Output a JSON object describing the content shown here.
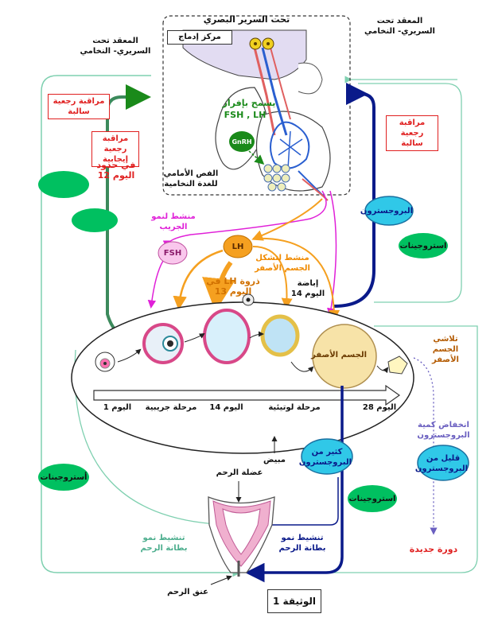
{
  "hypothalamus": {
    "title": "تحت السرير البصري",
    "integration_center": "مركز إدماج",
    "complex_left": "المعقد تحت السريري- النخامي",
    "complex_right": "المعقد تحت السريري- النخامي",
    "gnrh": "GnRH",
    "allows_release": "يسمح بإفراز",
    "fsh_lh": "FSH , LH",
    "anterior_lobe": "الفص الأمامي للغدة النخامية"
  },
  "feedback": {
    "negative_left": "مراقبة رجعية سالبة",
    "positive": "مراقبة رجعية إيجابية",
    "day12": "في حدود اليوم 12",
    "negative_right": "مراقبة رجعية سالبة"
  },
  "hormones": {
    "fsh": "FSH",
    "lh": "LH",
    "fsh_stimulates": "منشط لنمو الجريب",
    "lh_stimulates": "منشط لتشكل الجسم الأصفر",
    "lh_peak": "ذروة LH في اليوم 13",
    "ovulation": "إباضة اليوم 14",
    "progesterone": "البروجسترون",
    "estrogens_right": "استروجينات",
    "estrogens_left": "أستروجينات",
    "estrogens_bottom": "استروجينات",
    "much_progesterone": "كثير من البروجسترون",
    "little_progesterone": "قليل من البروجسترون"
  },
  "ovary": {
    "corpus_luteum": "الجسم الأصفر",
    "corpus_degeneration": "تلاشي الجسم الأصفر",
    "day1": "اليوم 1",
    "follicular_phase": "مرحلة جريبية",
    "day14": "اليوم 14",
    "luteal_phase": "مرحلة لوتيئية",
    "day28": "اليوم 28",
    "ovary_label": "مبيض"
  },
  "uterus": {
    "muscle": "عضلة الرحم",
    "cervix": "عنق الرحم",
    "estro_lining": "تنشيط نمو بطانة الرحم",
    "prog_lining": "تنشيط نمو بطانة الرحم",
    "prog_decrease": "انخفاض كمية البروجسترون",
    "new_cycle": "دورة جديدة"
  },
  "document_label": "الوثيقة 1",
  "colors": {
    "green": "#1a8a1a",
    "navy": "#0a1a8a",
    "orange": "#f5a020",
    "magenta": "#e020d8",
    "red": "#e02020",
    "cyan": "#30c8e8",
    "green_ellipse": "#00c060",
    "corpus_luteum": "#f7e3a8"
  }
}
